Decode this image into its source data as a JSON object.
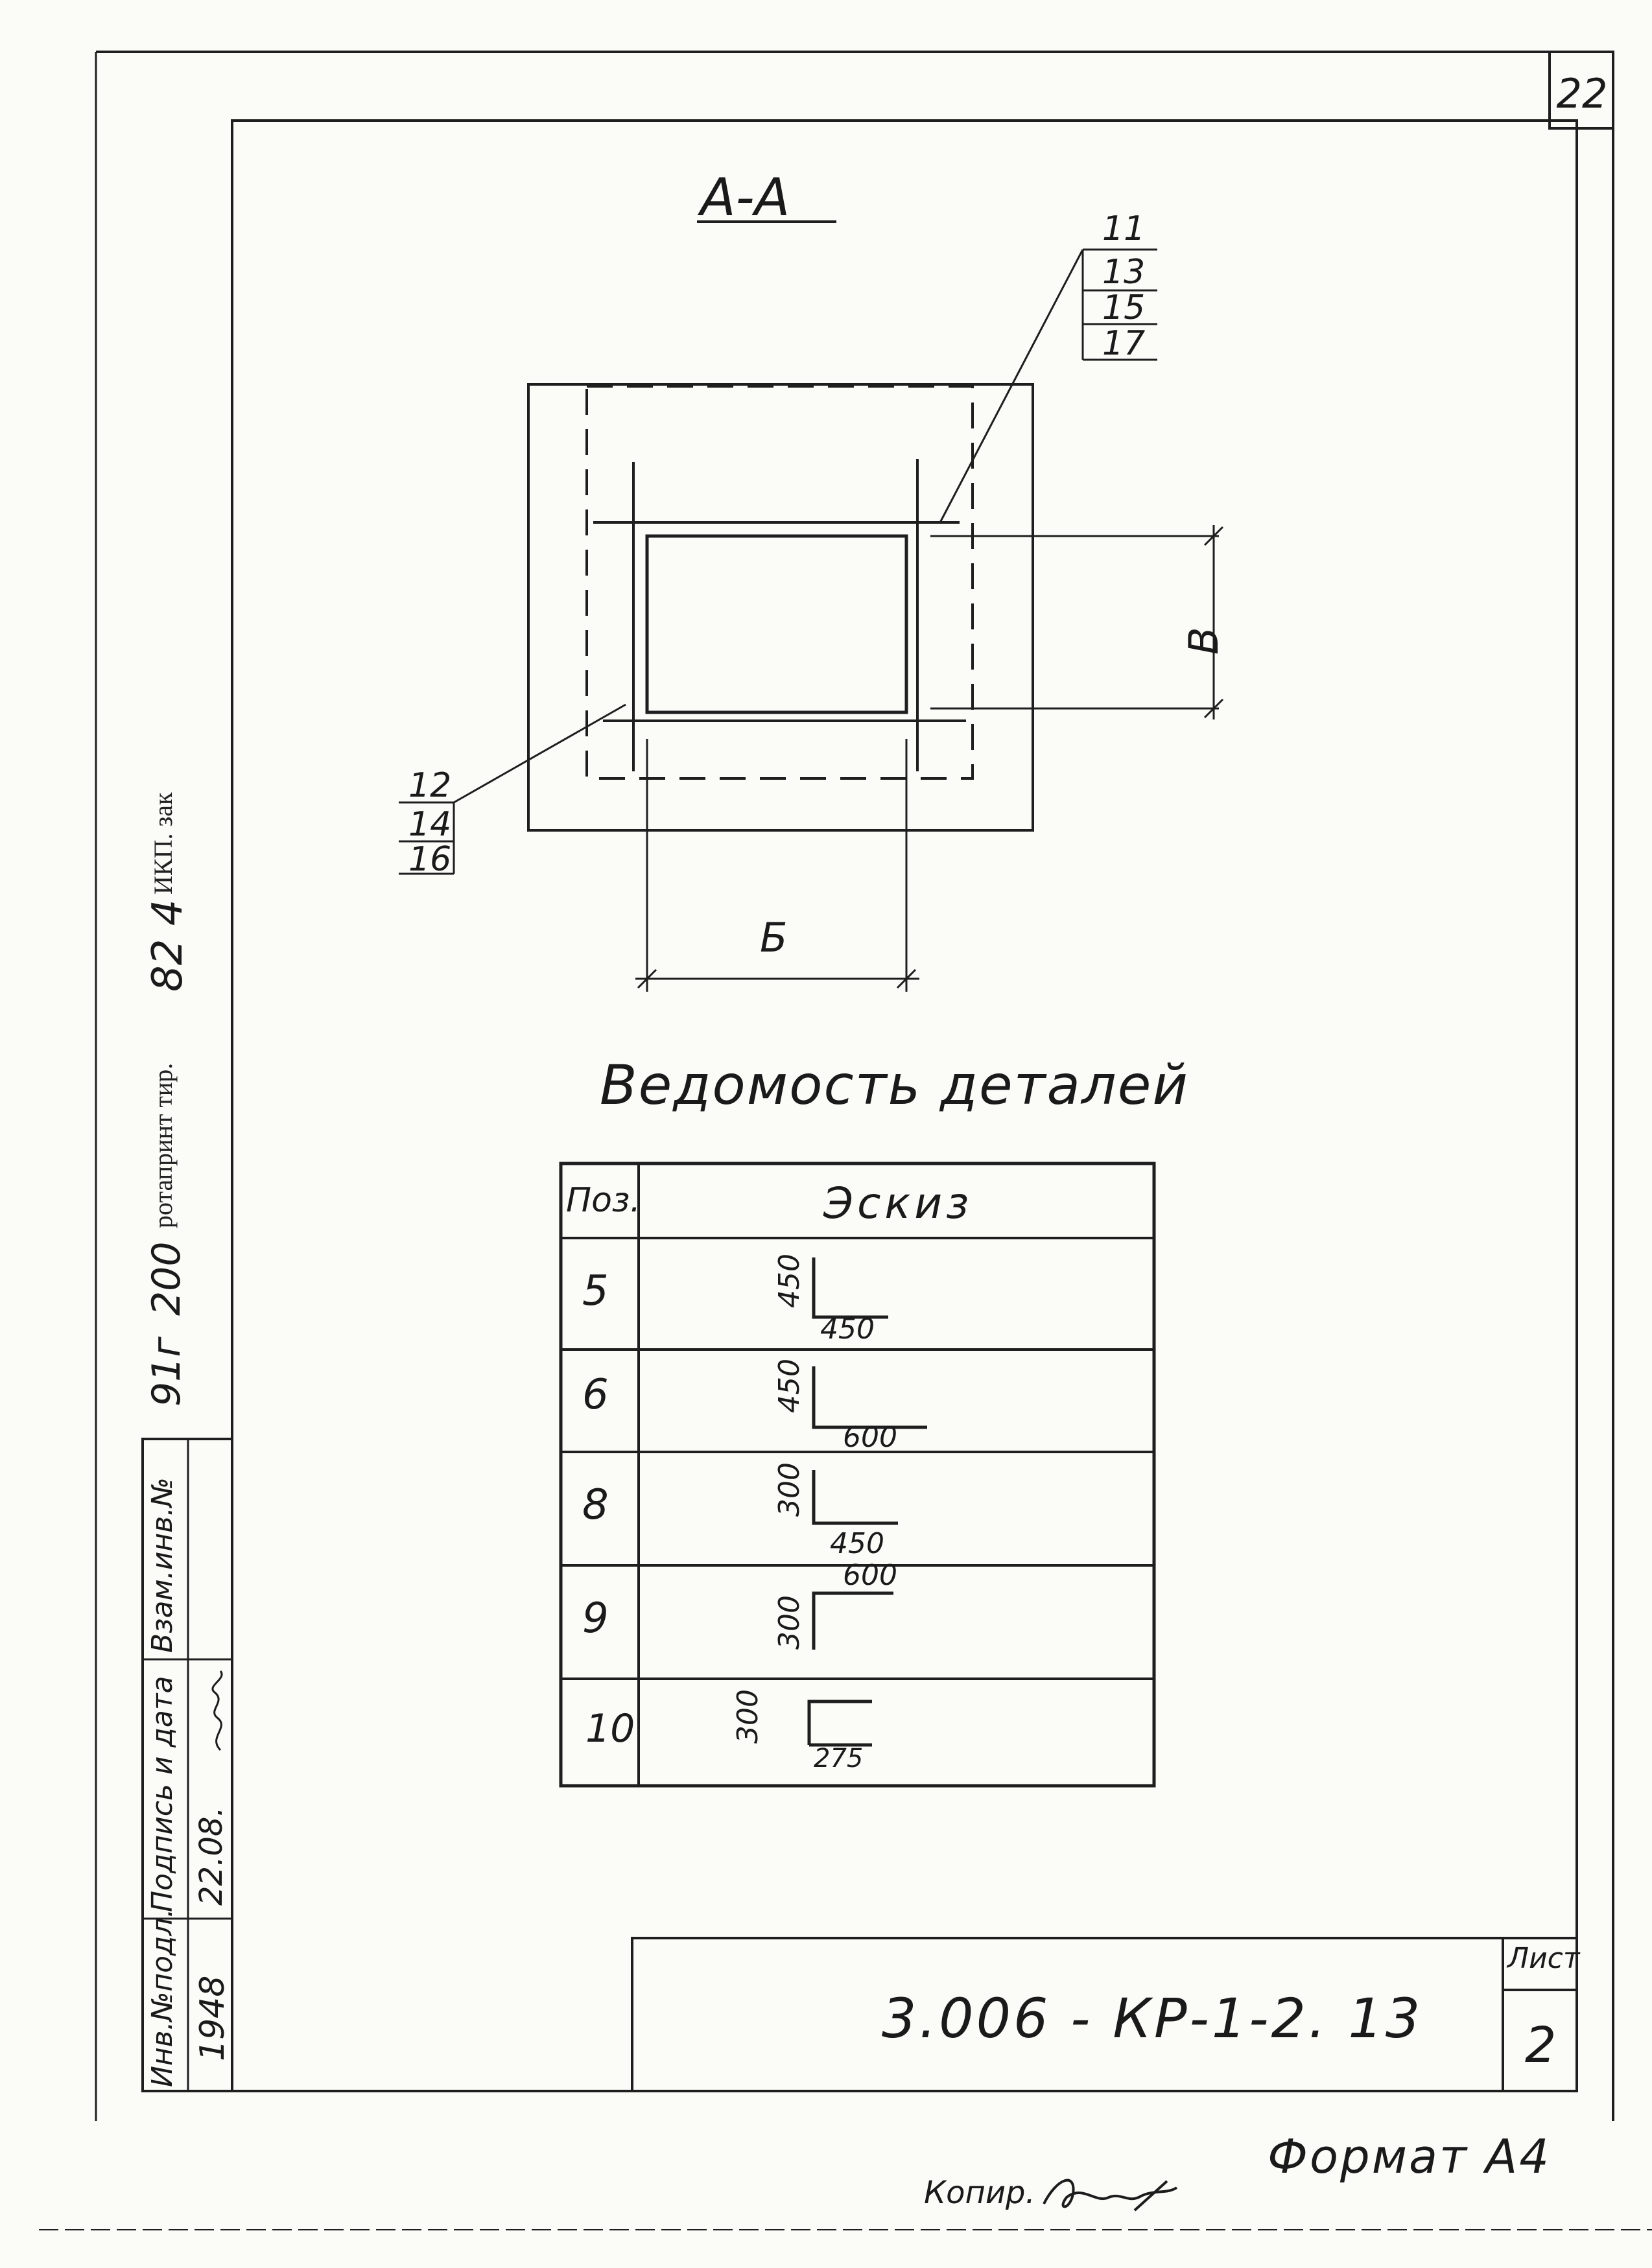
{
  "sheet_corner_number": "22",
  "section": {
    "label": "А-А"
  },
  "callouts": {
    "top": [
      "11",
      "13",
      "15",
      "17"
    ],
    "left": [
      "12",
      "14",
      "16"
    ]
  },
  "dimensions": {
    "vertical": "В",
    "horizontal": "Б"
  },
  "parts_list": {
    "title": "Ведомость деталей",
    "headers": {
      "pos": "Поз.",
      "sketch": "Эскиз"
    },
    "rows": [
      {
        "pos": "5",
        "vertical_dim": "450",
        "horizontal_dim": "450"
      },
      {
        "pos": "6",
        "vertical_dim": "450",
        "horizontal_dim": "600"
      },
      {
        "pos": "8",
        "vertical_dim": "300",
        "horizontal_dim": "450"
      },
      {
        "pos": "9",
        "vertical_dim": "300",
        "horizontal_dim": "600"
      },
      {
        "pos": "10",
        "vertical_dim": "300",
        "horizontal_dim": "275"
      }
    ]
  },
  "title_block": {
    "code": "3.006 - КР-1-2. 13",
    "sheet_label": "Лист",
    "sheet_number": "2"
  },
  "format": "Формат А4",
  "copied_by": "Копир.",
  "side_stamp": {
    "inv_no_label": "Инв.№подл.",
    "signature_date_label": "Подпись и дата",
    "replacement_inv_label": "Взам.инв.№",
    "inv_no_value": "1948",
    "signature_date_value": "22.08."
  },
  "print_stamp": {
    "text_a": "ИКП. зак",
    "order_no": "82 4",
    "text_b": "ротапринт тир.",
    "circulation": "200",
    "year": "91г"
  }
}
